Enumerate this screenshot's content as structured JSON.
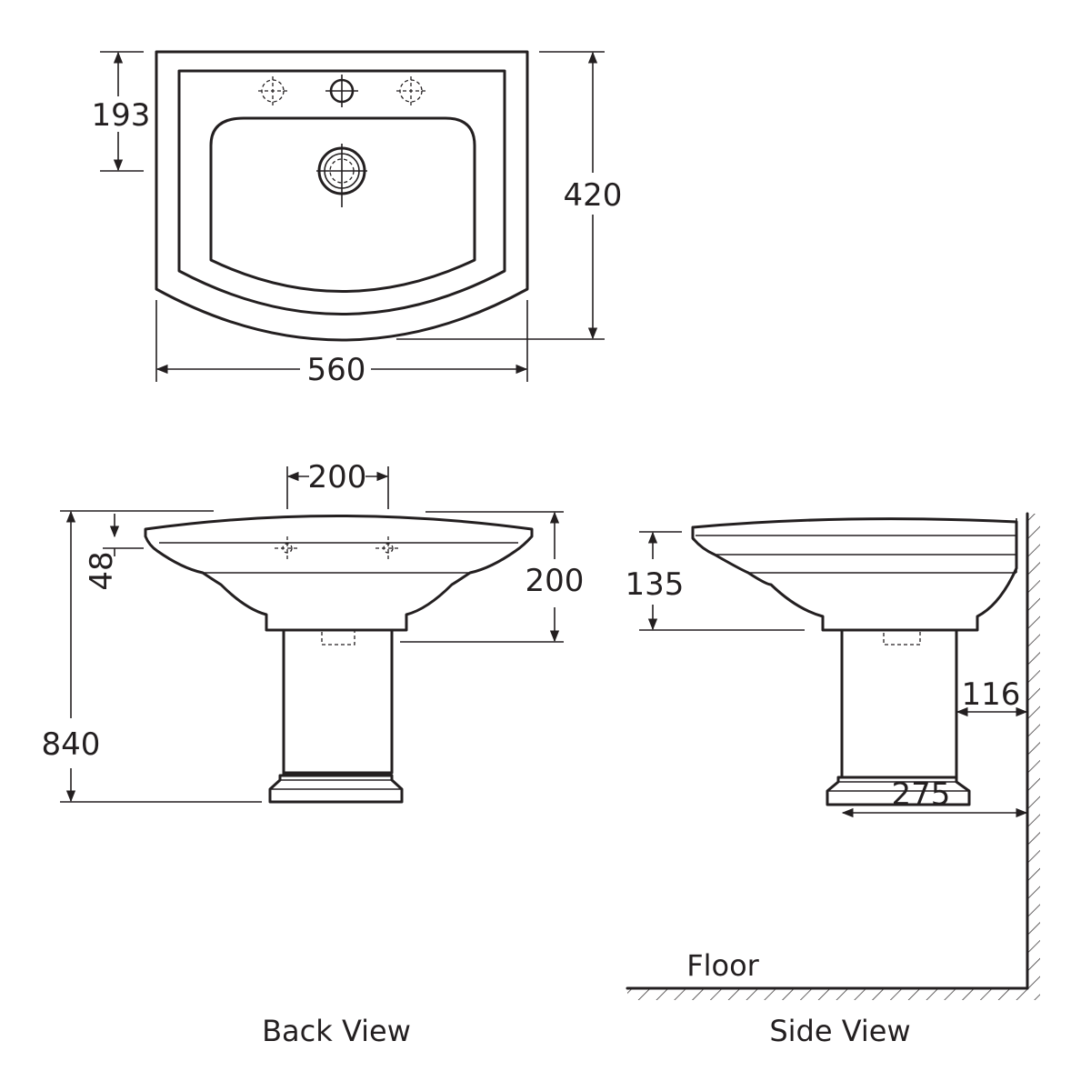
{
  "top_view": {
    "dim_front_to_tap": "193",
    "dim_depth": "420",
    "dim_width": "560"
  },
  "back_view": {
    "label": "Back View",
    "dim_tap_spacing": "200",
    "dim_rim_to_tap": "48",
    "dim_basin_height": "200",
    "dim_total_height": "840"
  },
  "side_view": {
    "label": "Side View",
    "floor_label": "Floor",
    "dim_basin_height": "135",
    "dim_wall_to_pedestal": "116",
    "dim_wall_to_pedestal_front": "275"
  }
}
